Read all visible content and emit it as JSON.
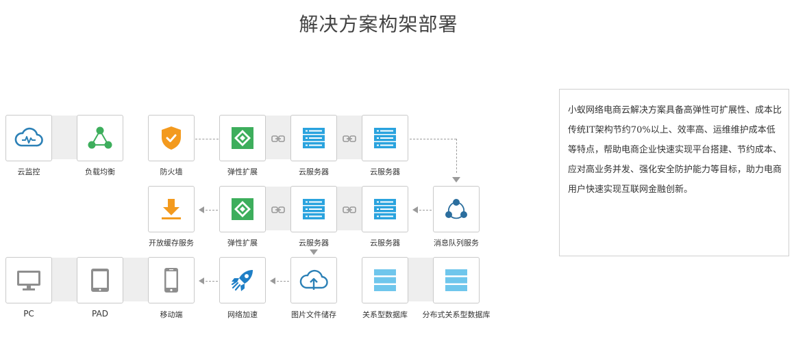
{
  "page": {
    "title": "解决方案构架部署"
  },
  "nodes": {
    "cloud_monitor": "云监控",
    "load_balance": "负载均衡",
    "firewall": "防火墙",
    "elastic_1": "弹性扩展",
    "server_1": "云服务器",
    "server_2": "云服务器",
    "cache": "开放缓存服务",
    "elastic_2": "弹性扩展",
    "server_3": "云服务器",
    "server_4": "云服务器",
    "mq": "消息队列服务",
    "pc": "PC",
    "pad": "PAD",
    "mobile": "移动端",
    "cdn": "网络加速",
    "oss": "图片文件储存",
    "rds": "关系型数据库",
    "drds": "分布式关系型数据库"
  },
  "description": "小蚁网络电商云解决方案具备高弹性可扩展性、成本比传统IT架构节约70%以上、效率高、运维维护成本低等特点，帮助电商企业快速实现平台搭建、节约成本、应对高业务并发、强化安全防护能力等目标，助力电商用户快速实现互联网金融创新。",
  "colors": {
    "cloud_blue": "#2b80b6",
    "green": "#3dae5c",
    "orange": "#f39a1e",
    "sky_blue": "#2aa3de",
    "grey_device": "#8e8e8e"
  }
}
